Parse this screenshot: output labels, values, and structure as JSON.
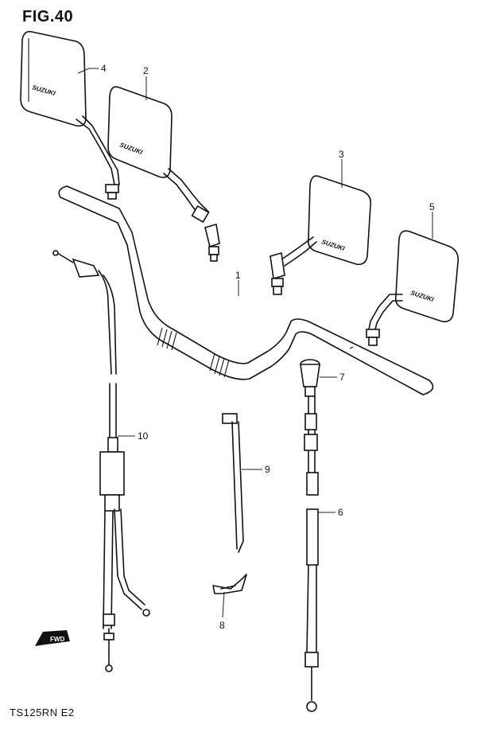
{
  "figure": {
    "title": "FIG.40",
    "model_code": "TS125RN  E2"
  },
  "callouts": [
    "4",
    "2",
    "3",
    "5",
    "1",
    "7",
    "10",
    "9",
    "6",
    "8"
  ],
  "mirror_brand": "SUZUKI",
  "fwd_label": "FWD"
}
